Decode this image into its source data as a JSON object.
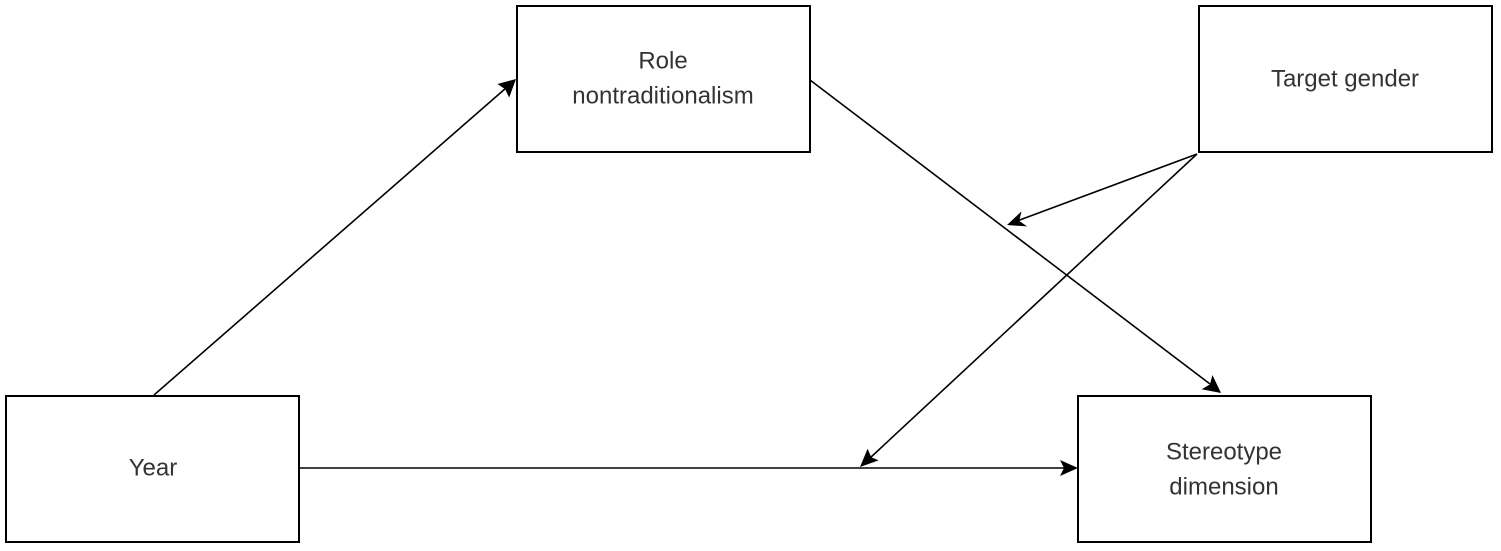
{
  "nodes": {
    "role": {
      "line1": "Role",
      "line2": "nontraditionalism"
    },
    "target": {
      "line1": "Target gender"
    },
    "year": {
      "line1": "Year"
    },
    "stereotype": {
      "line1": "Stereotype",
      "line2": "dimension"
    }
  },
  "colors": {
    "stroke": "#000000",
    "text": "#333333",
    "background": "#ffffff"
  }
}
